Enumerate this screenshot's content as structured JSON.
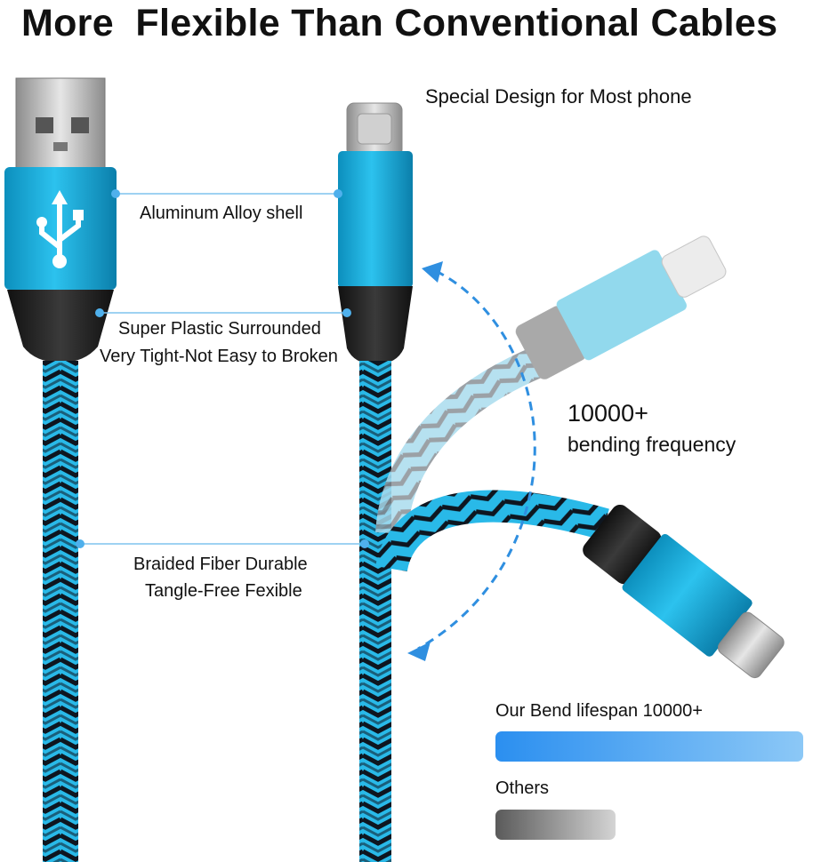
{
  "title": "More  Flexible Than Conventional Cables",
  "subtitle": "Special Design for Most phone",
  "callouts": {
    "shell": "Aluminum Alloy shell",
    "plastic_line1": "Super Plastic Surrounded",
    "plastic_line2": "Very Tight-Not Easy to Broken",
    "braid_line1": "Braided Fiber Durable",
    "braid_line2": "Tangle-Free Fexible"
  },
  "bending": {
    "count": "10000+",
    "label": "bending frequency"
  },
  "comparison": {
    "ours_label": "Our Bend lifespan 10000+",
    "ours_level": 1.0,
    "others_label": "Others",
    "others_level": 0.39
  },
  "colors": {
    "aluminum_blue": "#1aa6d6",
    "braid_blue": "#29b9e8",
    "braid_dark": "#101820",
    "callout_line": "#7fc3ee",
    "arrow_blue": "#2f8fe0",
    "ours_bar_start": "#2b8ff0",
    "others_bar_start": "#5a5a5a"
  },
  "icons": [
    "usb-icon"
  ]
}
